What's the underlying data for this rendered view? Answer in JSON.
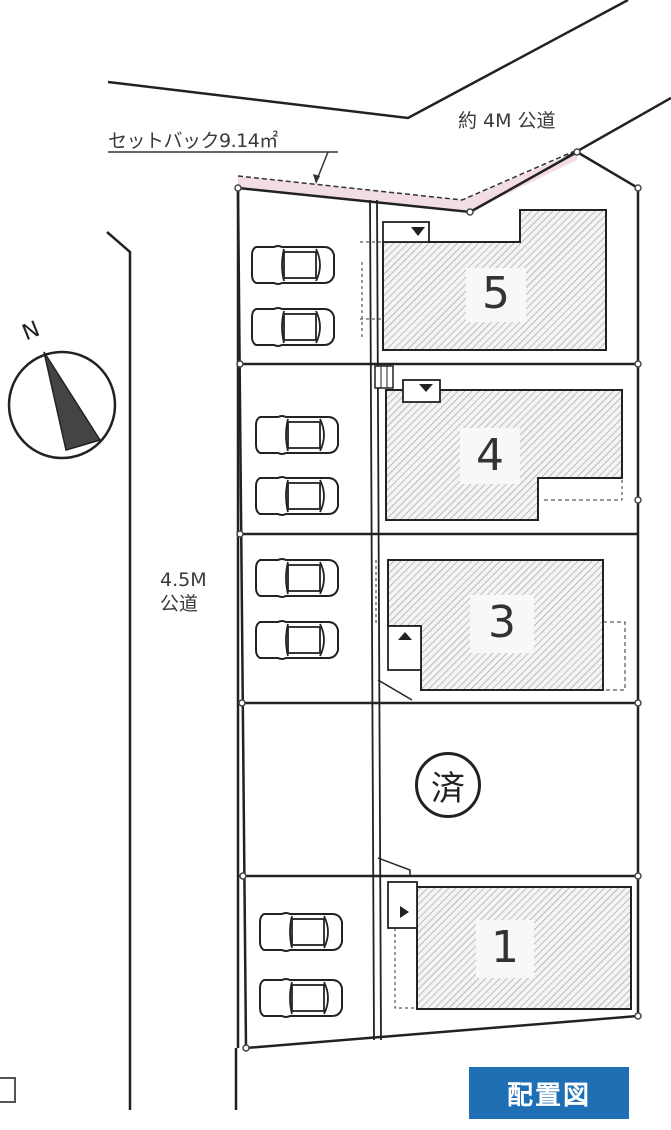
{
  "title": "配置図",
  "annotations": {
    "setback": "セットバック9.14㎡",
    "north_road": "約 4M 公道",
    "west_road_line1": "4.5M",
    "west_road_line2": "公道",
    "compass_north": "N"
  },
  "lots": [
    {
      "number": "5",
      "status": "available",
      "parking_spaces": 2
    },
    {
      "number": "4",
      "status": "available",
      "parking_spaces": 2
    },
    {
      "number": "3",
      "status": "available",
      "parking_spaces": 2
    },
    {
      "number": "済",
      "status": "sold",
      "parking_spaces": 0
    },
    {
      "number": "1",
      "status": "available",
      "parking_spaces": 2
    }
  ],
  "colors": {
    "title_bg": "#1e6fb3",
    "setback_fill": "#f1dde2",
    "line": "#222222",
    "hatch": "#8a8a8a"
  }
}
